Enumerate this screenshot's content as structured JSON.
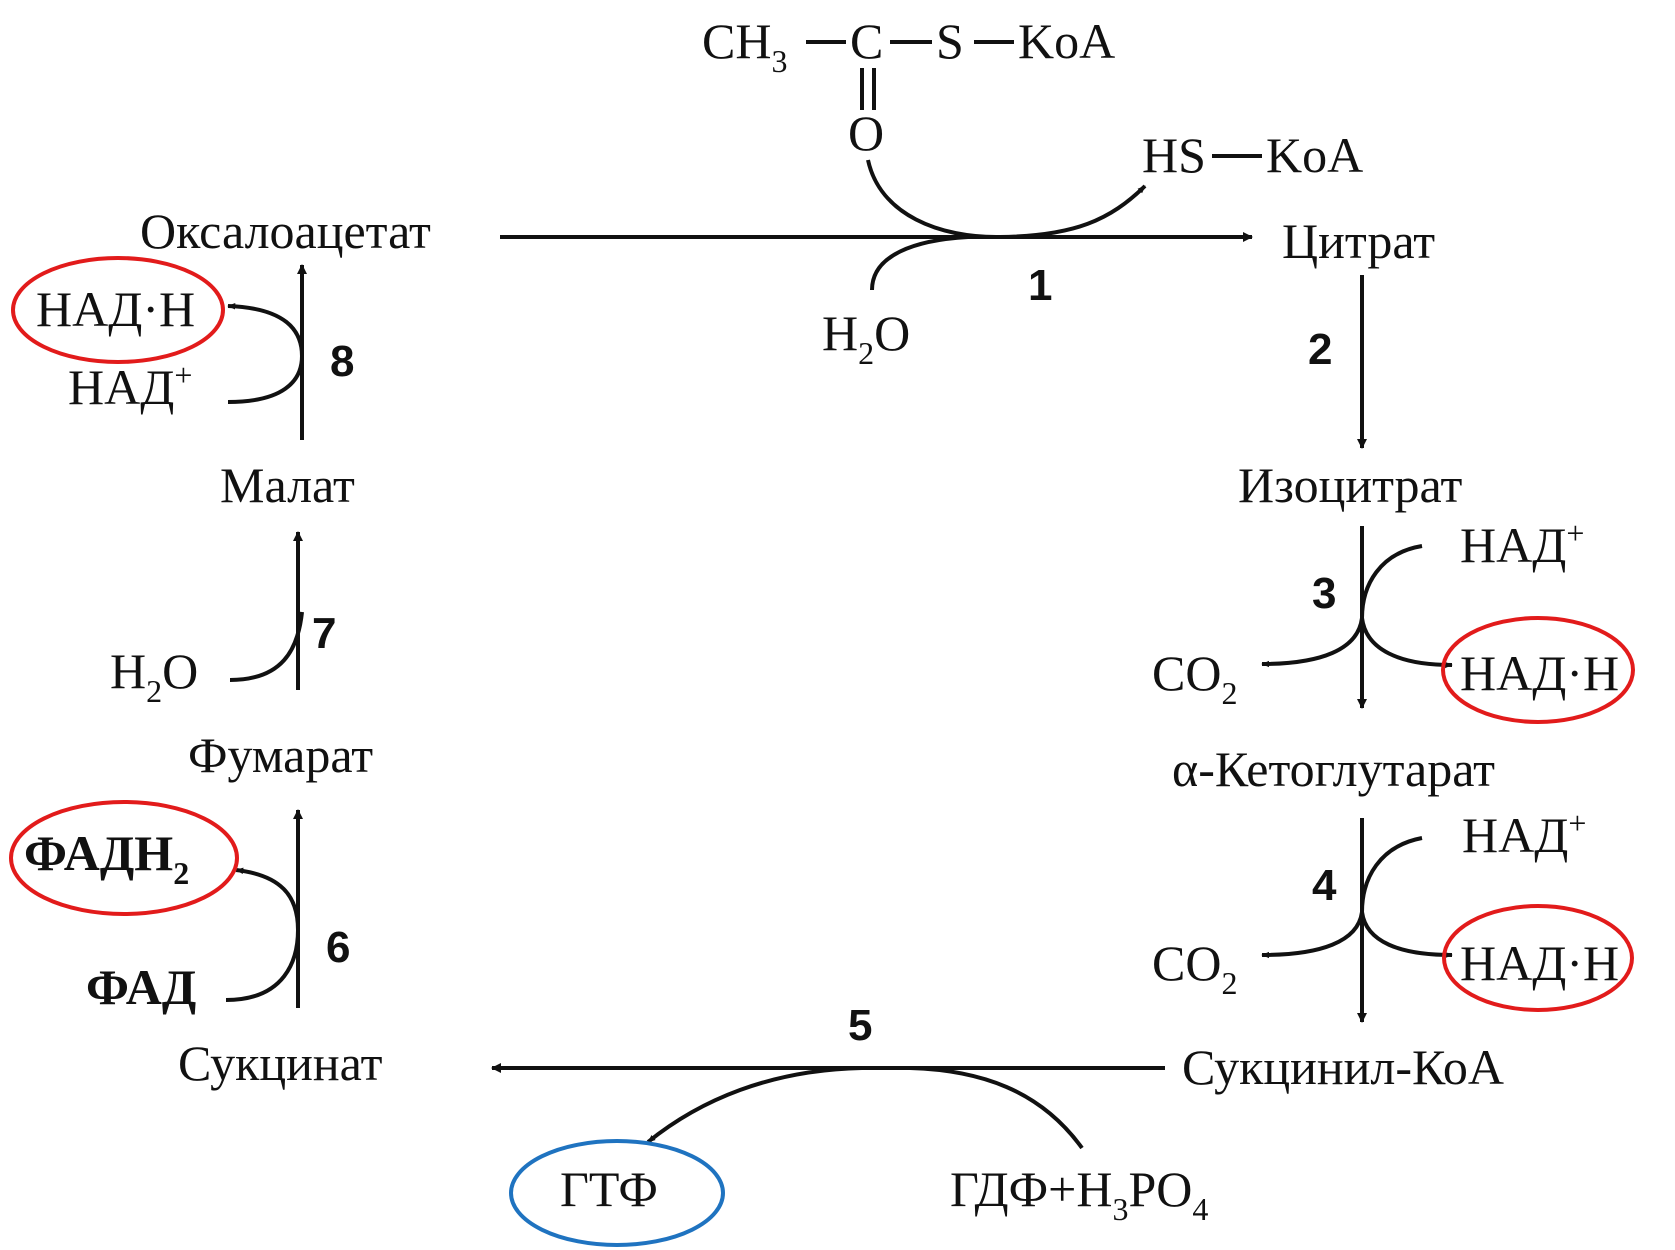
{
  "acetyl_coa": {
    "ch": "CH",
    "sub3": "3",
    "c": "C",
    "s": "S",
    "koa": "KoA",
    "o": "O"
  },
  "hs_koa": {
    "hs": "HS",
    "koa": "KoA"
  },
  "metabolites": {
    "oxaloacetate": "Оксалоацетат",
    "citrate": "Цитрат",
    "isocitrate": "Изоцитрат",
    "ketoglutarate": "α-Кетоглутарат",
    "succinyl_coa": "Сукцинил-КоА",
    "succinate": "Сукцинат",
    "fumarate": "Фумарат",
    "malate": "Малат"
  },
  "steps": [
    "1",
    "2",
    "3",
    "4",
    "5",
    "6",
    "7",
    "8"
  ],
  "cofactors": {
    "water_h": "H",
    "water_sub": "2",
    "water_o": "O",
    "nad_plus_base": "НАД",
    "nad_plus_sup": "+",
    "nadh": "НАД·Н",
    "co2_base": "CO",
    "co2_sub": "2",
    "fad": "ФАД",
    "fadh2_base": "ФАДН",
    "fadh2_sub": "2",
    "gtf": "ГТФ",
    "gdf_base": "ГДФ+H",
    "gdf_sub3": "3",
    "gdf_po": "PO",
    "gdf_sub4": "4"
  },
  "colors": {
    "highlight_red": "#e21b1b",
    "highlight_blue": "#1f73c0",
    "ink": "#111111"
  }
}
